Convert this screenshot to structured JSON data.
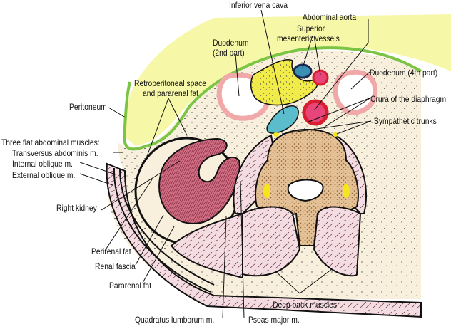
{
  "figure": {
    "title": "Transverse section of the posterior abdominal wall at the level of the kidney",
    "colors": {
      "peritoneal_cavity": "#f7f7a8",
      "peritoneum": "#7cc443",
      "retroperitoneal_fat": "#f8f0dc",
      "muscle": "#f3d9df",
      "kidney": "#c9637a",
      "vertebra": "#e2bf8f",
      "vena_cava": "#5bbccc",
      "aorta": "#e0304a",
      "pancreas": "#f2ec4a",
      "sympathetic_trunk": "#f5e51a",
      "duodenum_wall": "#f0a8a8"
    },
    "labels": {
      "inferior_vena_cava": "Inferior vena cava",
      "abdominal_aorta": "Abdominal aorta",
      "superior_mesenteric_vessels_1": "Superior",
      "superior_mesenteric_vessels_2": "mesenteric vessels",
      "duodenum_2nd_1": "Duodenum",
      "duodenum_2nd_2": "(2nd part)",
      "duodenum_4th": "Duodenum (4th part)",
      "crura": "Crura of the diaphragm",
      "sympathetic_trunks": "Sympathetic trunks",
      "retroperitoneal_1": "Retroperitoneal space",
      "retroperitoneal_2": "and pararenal fat",
      "peritoneum": "Peritoneum",
      "three_flat_muscles": "Three flat abdominal muscles:",
      "transversus": "Transversus abdominis m.",
      "internal_oblique": "Internal oblique m.",
      "external_oblique": "External oblique m.",
      "right_kidney": "Right kidney",
      "perirenal_fat": "Perirenal fat",
      "renal_fascia": "Renal fascia",
      "pararenal_fat": "Pararenal fat",
      "quadratus_lumborum": "Quadratus lumborum m.",
      "psoas_major": "Psoas major m.",
      "deep_back_muscles": "Deep back muscles"
    }
  }
}
